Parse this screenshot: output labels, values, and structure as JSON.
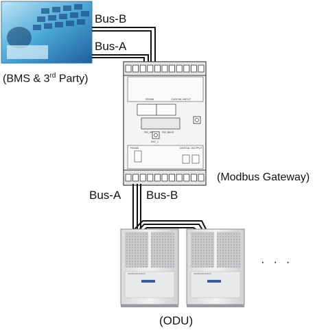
{
  "labels": {
    "bus_b_top": "Bus-B",
    "bus_a_top": "Bus-A",
    "bms_prefix": "(BMS & 3",
    "bms_sup": "rd",
    "bms_suffix": " Party)",
    "gateway": "(Modbus Gateway)",
    "bus_a_bottom": "Bus-A",
    "bus_b_bottom": "Bus-B",
    "odu": "(ODU)",
    "ellipsis": "· · ·"
  },
  "gateway_device": {
    "rs485_top": "RS485",
    "digital_input": "DIGITAL INPUT",
    "rs485_bottom": "RS485",
    "digital_output": "DIGITAL OUTPUT",
    "dip_labels": [
      "SW_ADD",
      "SW_BAUD"
    ],
    "reset": "RST_1"
  },
  "odu_unit": {
    "brand": "SAMSUNG DVM S"
  }
}
